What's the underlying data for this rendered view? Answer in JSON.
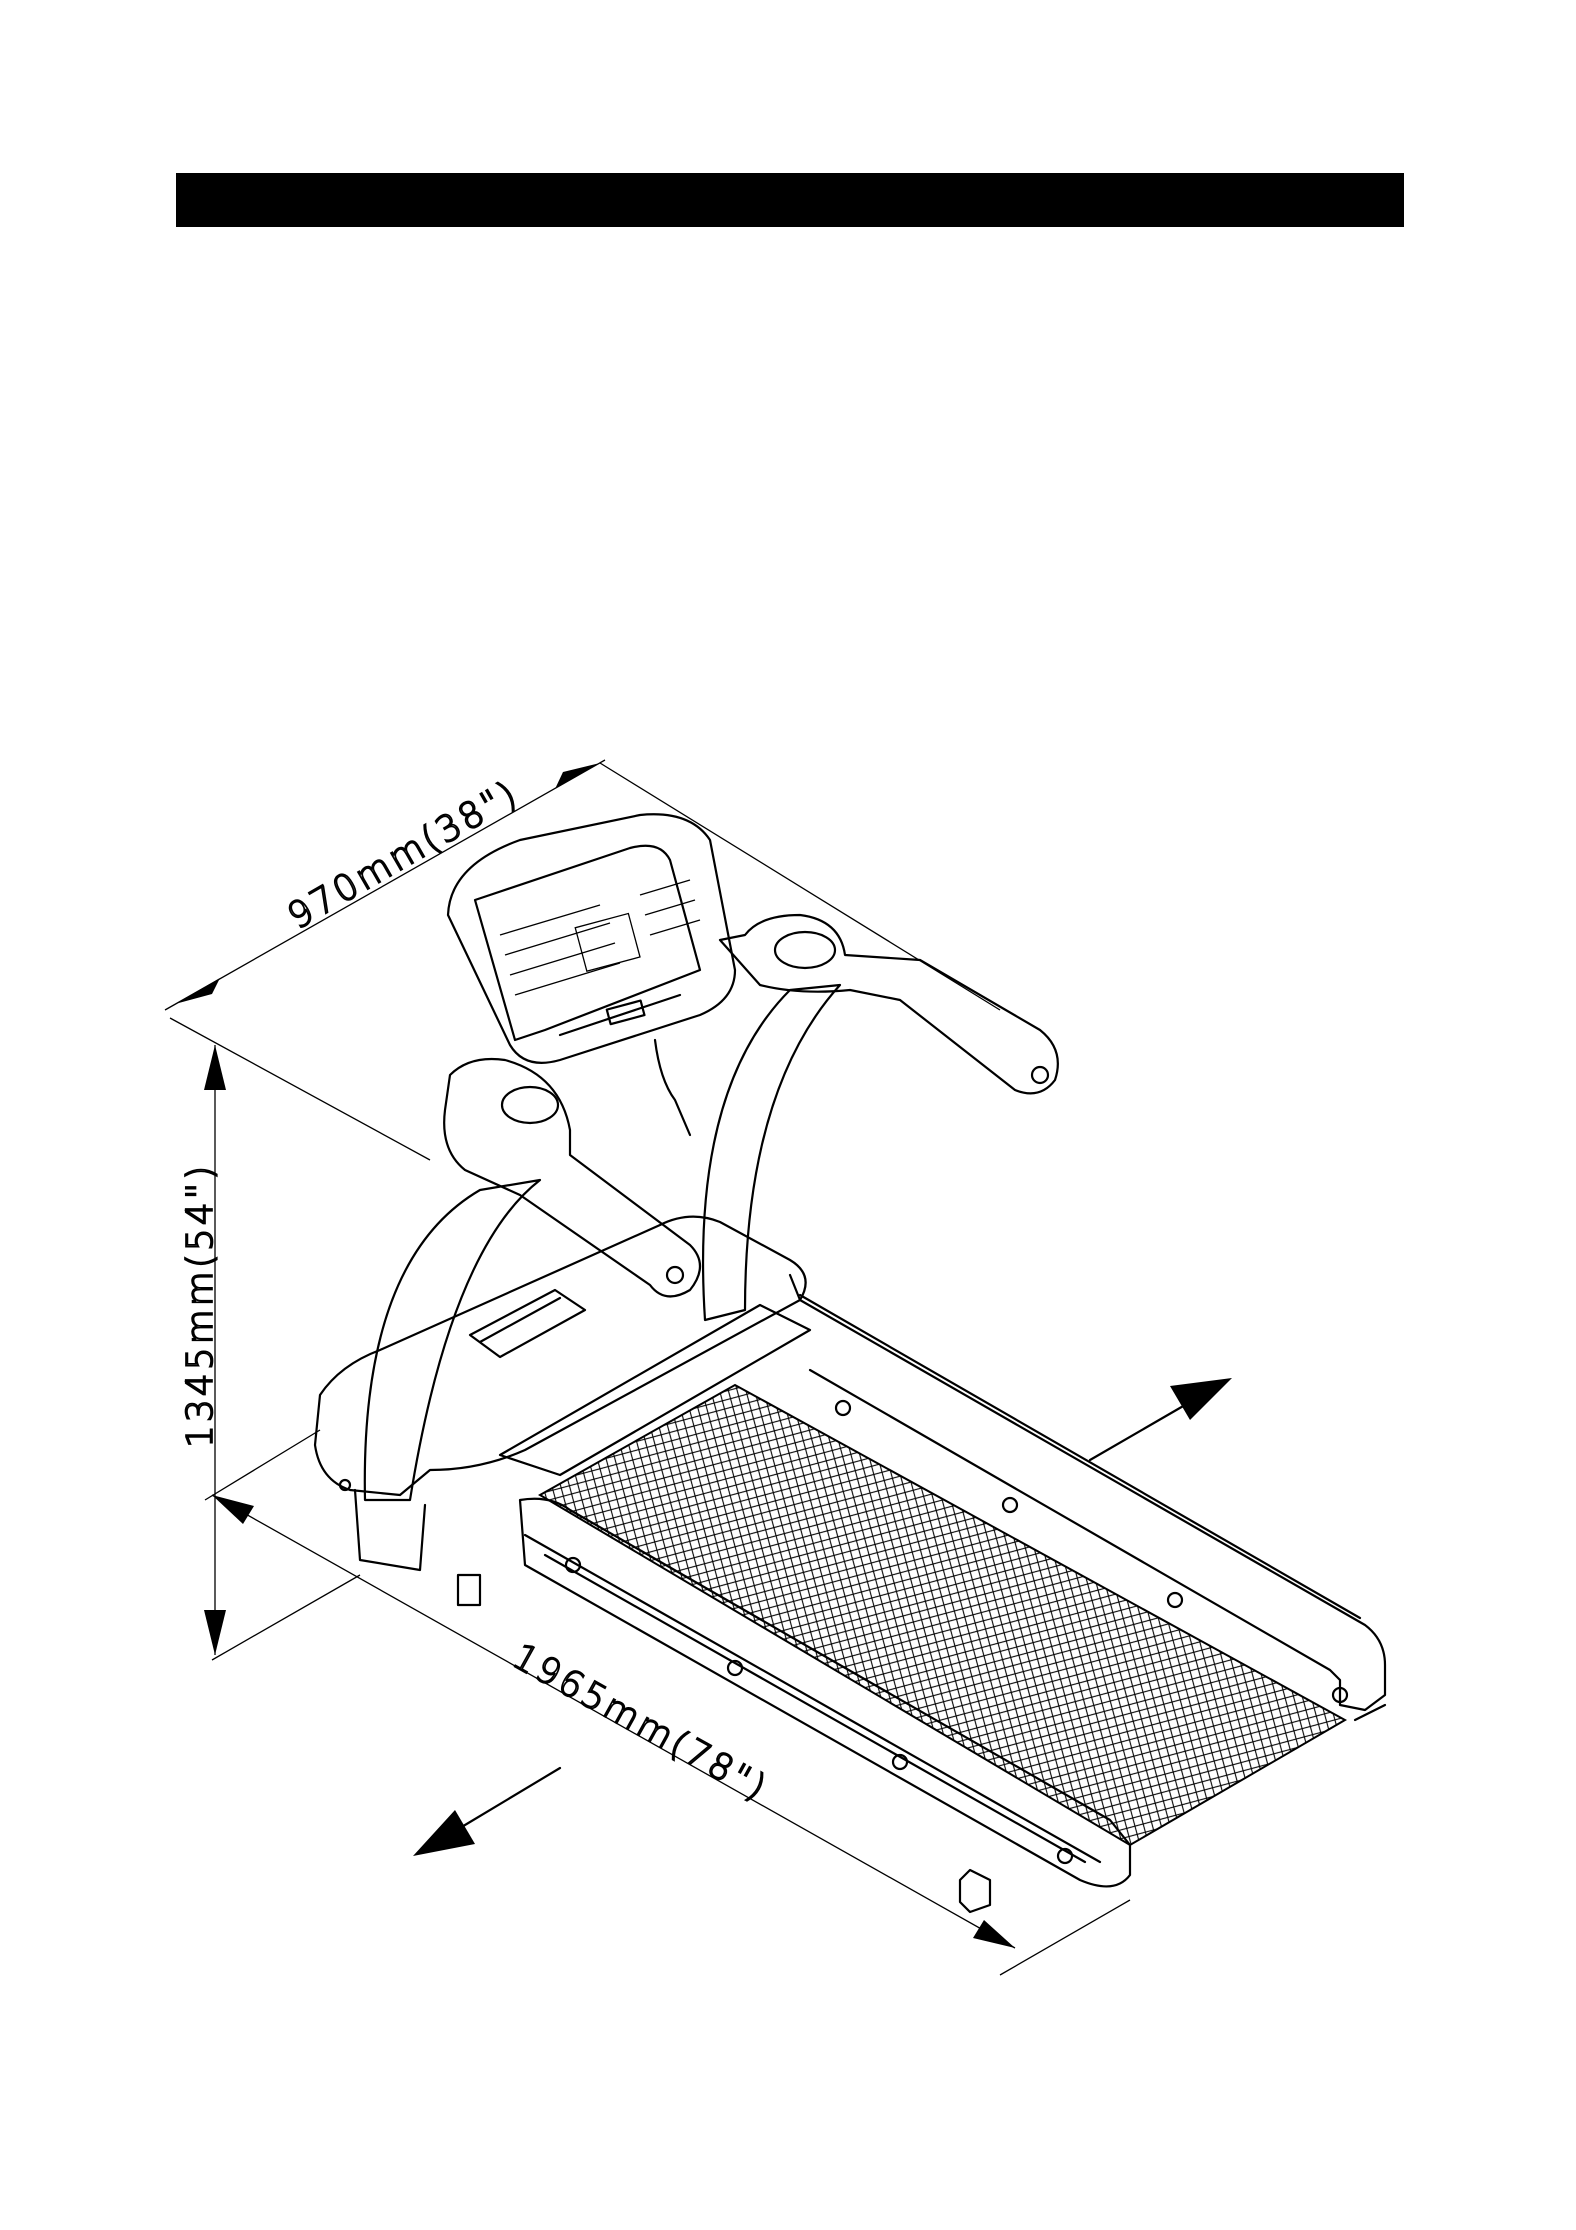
{
  "dimensions": {
    "width": "970mm(38\")",
    "height": "1345mm(54\")",
    "length": "1965mm(78\")"
  },
  "colors": {
    "ink": "#000000",
    "paper": "#ffffff"
  }
}
